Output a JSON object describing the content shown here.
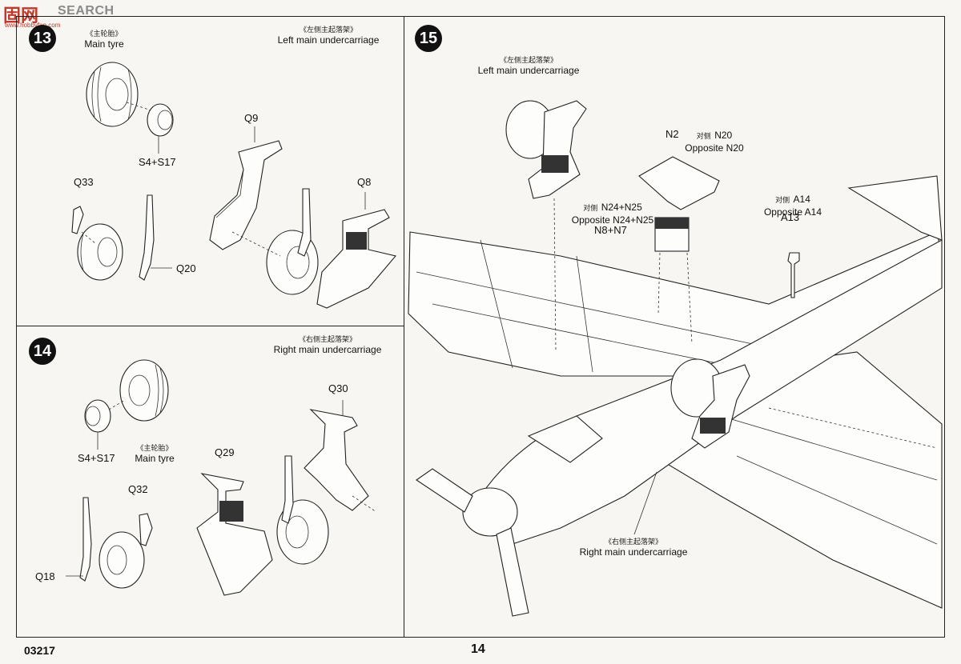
{
  "watermark": {
    "logo": "固网",
    "text": "SEARCH",
    "url": "www.hobbyfan.com"
  },
  "footer": {
    "code": "03217",
    "page": "14"
  },
  "steps": {
    "s13": {
      "number": "13",
      "title_cn": "《左侧主起落架》",
      "title_en": "Left main undercarriage",
      "tyre_cn": "《主轮胎》",
      "tyre_en": "Main tyre",
      "parts": {
        "hub": "S4+S17",
        "q9": "Q9",
        "q33": "Q33",
        "q8": "Q8",
        "q20": "Q20"
      }
    },
    "s14": {
      "number": "14",
      "title_cn": "《右侧主起落架》",
      "title_en": "Right main undercarriage",
      "tyre_cn": "《主轮胎》",
      "tyre_en": "Main tyre",
      "parts": {
        "hub": "S4+S17",
        "q30": "Q30",
        "q29": "Q29",
        "q32": "Q32",
        "q18": "Q18"
      }
    },
    "s15": {
      "number": "15",
      "left_cn": "《左侧主起落架》",
      "left_en": "Left main undercarriage",
      "right_cn": "《右侧主起落架》",
      "right_en": "Right main undercarriage",
      "n2": "N2",
      "n20_cn": "对侧",
      "n20_code": "N20",
      "n20_en": "Opposite N20",
      "n24_cn": "对侧",
      "n24_code": "N24+N25",
      "n24_en": "Opposite N24+N25",
      "n8": "N8+N7",
      "a14_cn": "对侧",
      "a14_code": "A14",
      "a14_en": "Opposite A14",
      "a13": "A13"
    }
  }
}
